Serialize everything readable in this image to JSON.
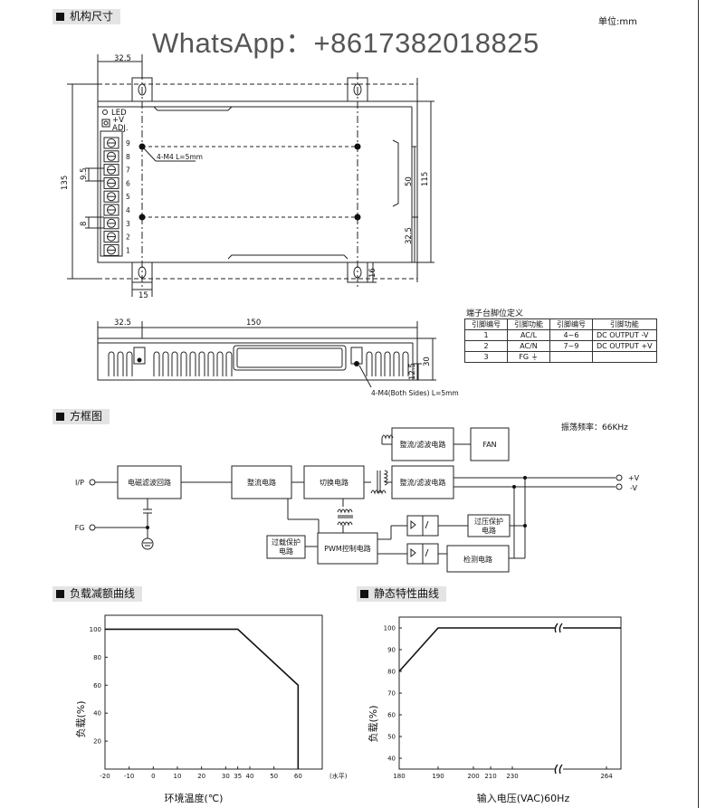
{
  "sections": {
    "mechanical": "机构尺寸",
    "block": "方框图",
    "derating": "负载减额曲线",
    "static": "静态特性曲线"
  },
  "watermark": "WhatsApp：+8617382018825",
  "unit": "单位:mm",
  "mech": {
    "d_32_5": "32.5",
    "d_135": "135",
    "d_115": "115",
    "d_50": "50",
    "d_15": "15",
    "d_16": "16",
    "d_9_5": "9.5",
    "d_8": "8",
    "d_150": "150",
    "d_30": "30",
    "d_12_5": "12.5",
    "led": "LED",
    "vadj_1": "+V",
    "vadj_2": "ADJ.",
    "m4": "4-M4 L=5mm",
    "m4_side": "4-M4(Both Sides) L=5mm",
    "terminal_numbers": [
      "9",
      "8",
      "7",
      "6",
      "5",
      "4",
      "3",
      "2",
      "1"
    ]
  },
  "pin_table": {
    "title": "端子台脚位定义",
    "headers": [
      "引脚编号",
      "引脚功能",
      "引脚编号",
      "引脚功能"
    ],
    "rows": [
      [
        "1",
        "AC/L",
        "4~6",
        "DC OUTPUT -V"
      ],
      [
        "2",
        "AC/N",
        "7~9",
        "DC OUTPUT +V"
      ],
      [
        "3",
        "FG ⏚",
        "",
        ""
      ]
    ]
  },
  "block": {
    "freq": "振荡频率：66KHz",
    "ip": "I/P",
    "fg": "FG",
    "emi": "电磁滤波回路",
    "rect1": "整流电路",
    "switch": "切换电路",
    "rect_fan": "整流/滤波电路",
    "fan": "FAN",
    "rect_out": "整流/滤波电路",
    "vplus": "+V",
    "vminus": "-V",
    "ovp_1": "过压保护",
    "ovp_2": "电路",
    "detect": "检测电路",
    "pwm": "PWM控制电路",
    "olp_1": "过载保护",
    "olp_2": "电路"
  },
  "derating_chart": {
    "type": "line",
    "title": "",
    "xlabel": "环境温度(℃)",
    "ylabel": "负载(%)",
    "x_axis_note": "(水平)",
    "x_ticks": [
      -20,
      -10,
      0,
      10,
      20,
      30,
      35,
      40,
      50,
      60
    ],
    "y_ticks": [
      20,
      40,
      60,
      80,
      100
    ],
    "xlim": [
      -20,
      70
    ],
    "ylim": [
      0,
      110
    ],
    "series": [
      {
        "x": [
          -20,
          35,
          60,
          60
        ],
        "y": [
          100,
          100,
          60,
          0
        ]
      }
    ]
  },
  "static_chart": {
    "type": "line",
    "title": "",
    "xlabel": "输入电压(VAC)60Hz",
    "ylabel": "负载(%)",
    "x_ticks": [
      "180",
      "190",
      "200",
      "210",
      "230",
      "264"
    ],
    "y_ticks": [
      40,
      50,
      60,
      70,
      80,
      90,
      100
    ],
    "ylim": [
      35,
      105
    ],
    "series": [
      {
        "x": [
          "180",
          "190",
          "264"
        ],
        "y": [
          80,
          100,
          100
        ]
      }
    ]
  }
}
